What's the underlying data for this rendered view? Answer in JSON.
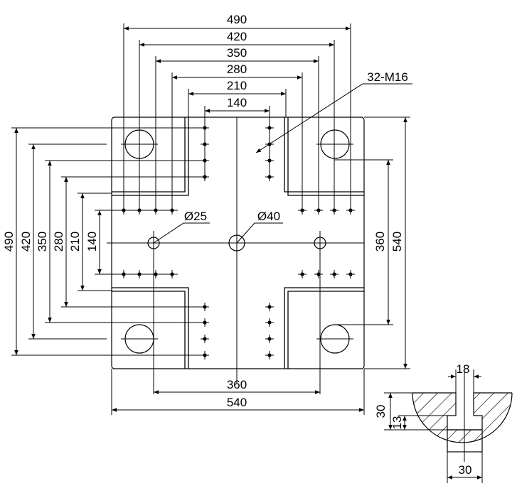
{
  "drawing": {
    "horizontal_dims": [
      "490",
      "420",
      "350",
      "280",
      "210",
      "140"
    ],
    "vertical_dims": [
      "490",
      "420",
      "350",
      "280",
      "210",
      "140"
    ],
    "right_dims": [
      "360",
      "540"
    ],
    "bottom_dims": [
      "360",
      "540"
    ],
    "thread_label": "32-M16",
    "small_hole_label": "Ø25",
    "center_hole_label": "Ø40"
  },
  "section": {
    "slot_width": "18",
    "depth_total": "30",
    "depth_neck": "13",
    "width_bottom": "30"
  }
}
